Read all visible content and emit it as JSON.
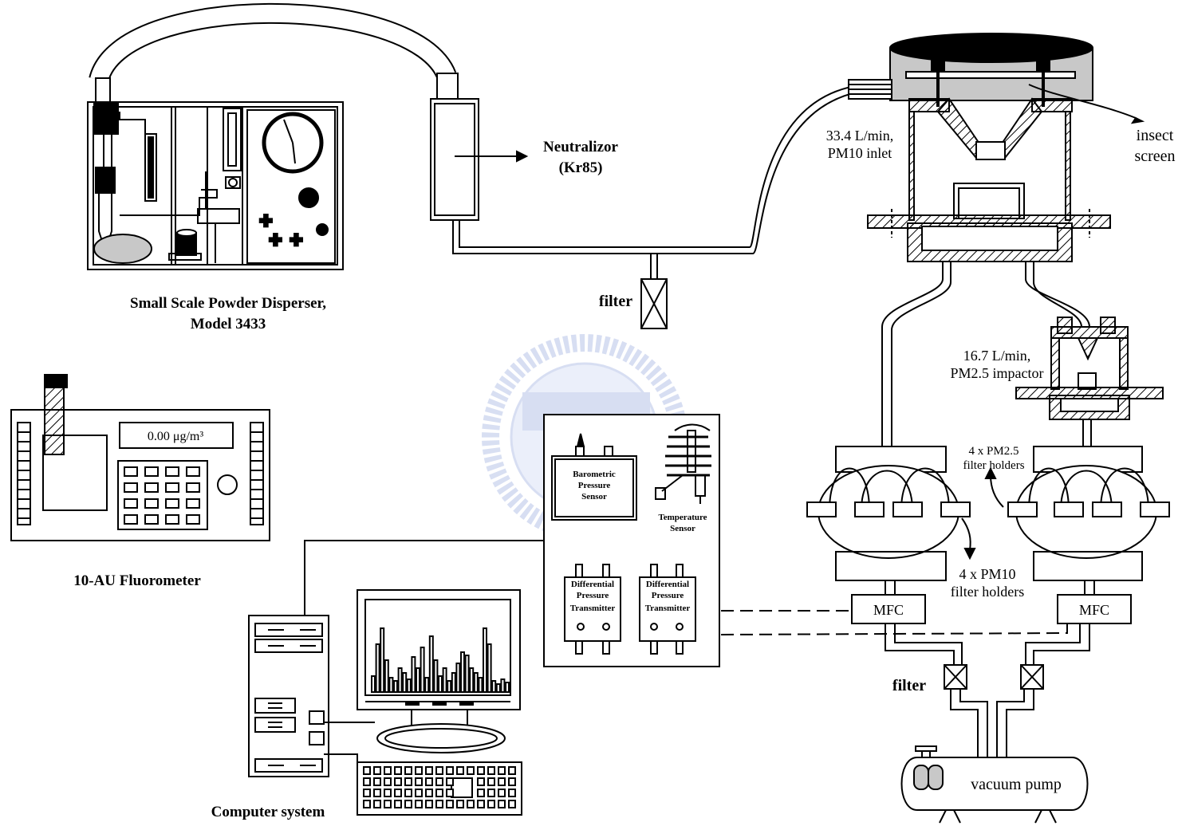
{
  "labels": {
    "disperser_line1": "Small Scale Powder Disperser,",
    "disperser_line2": "Model 3433",
    "neutralizor_line1": "Neutralizor",
    "neutralizor_line2": "(Kr85)",
    "filter_upper": "filter",
    "filter_lower": "filter",
    "fluorometer": "10-AU Fluorometer",
    "fluorometer_display": "0.00 μg/m³",
    "computer": "Computer system",
    "barometric_1": "Barometric",
    "barometric_2": "Pressure",
    "barometric_3": "Sensor",
    "temperature_1": "Temperature",
    "temperature_2": "Sensor",
    "dp_1": "Differential",
    "dp_2": "Pressure",
    "dp_3": "Transmitter",
    "flow_pm10_1": "33.4 L/min,",
    "flow_pm10_2": "PM10 inlet",
    "insect_1": "insect",
    "insect_2": "screen",
    "flow_pm25_1": "16.7 L/min,",
    "flow_pm25_2": "PM2.5 impactor",
    "pm25_holders_1": "4 x PM2.5",
    "pm25_holders_2": "filter holders",
    "pm10_holders_1": "4 x PM10",
    "pm10_holders_2": "filter holders",
    "mfc_left": "MFC",
    "mfc_right": "MFC",
    "vacuum_pump": "vacuum pump"
  },
  "colors": {
    "line": "#000000",
    "fill_gray": "#c8c8c8",
    "watermark": "#b8c4e8"
  }
}
